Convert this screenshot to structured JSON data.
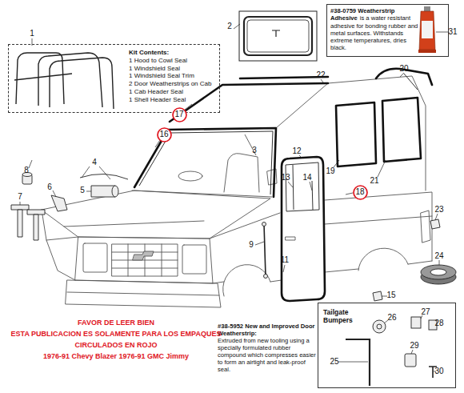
{
  "diagram": {
    "nodes": [
      {
        "text": [
          "Kit Contents:",
          "1 Hood to Cowl Seal",
          "1 Windshield Seal",
          "1 Windshield Seal Trim",
          "2 Door Weatherstrips on Cab",
          "1 Cab Header Seal",
          "1 Shell Header Seal"
        ]
      },
      {
        "text": [
          "#38-0759 Weatherstrip Adhesive",
          "is a water resistant adhesive for bonding rubber and metal surfaces. Withstands extreme temperatures, dries black."
        ]
      },
      {
        "text": [
          "17"
        ]
      },
      {
        "text": [
          "16"
        ]
      },
      {
        "text": [
          "18"
        ]
      },
      {
        "text": [
          "Tailgate Bumpers"
        ]
      }
    ],
    "labels": [
      "1",
      "2",
      "3",
      "4",
      "5",
      "6",
      "7",
      "8",
      "9",
      "11",
      "12",
      "13",
      "14",
      "15",
      "19",
      "20",
      "21",
      "22",
      "23",
      "24",
      "25",
      "26",
      "27",
      "28",
      "29",
      "30",
      "31",
      "#38-5952 New and Improved Door Weatherstrip:",
      "Extruded from new tooling using a specially formulated rubber compound which compresses easier to form an airtight and leak-proof seal.",
      "FAVOR DE LEER BIEN",
      "ESTA PUBLICACION ES SOLAMENTE PARA LOS EMPAQUES",
      "CIRCULADOS EN ROJO",
      "1976-91 Chevy Blazer 1976-91 GMC Jimmy"
    ]
  }
}
